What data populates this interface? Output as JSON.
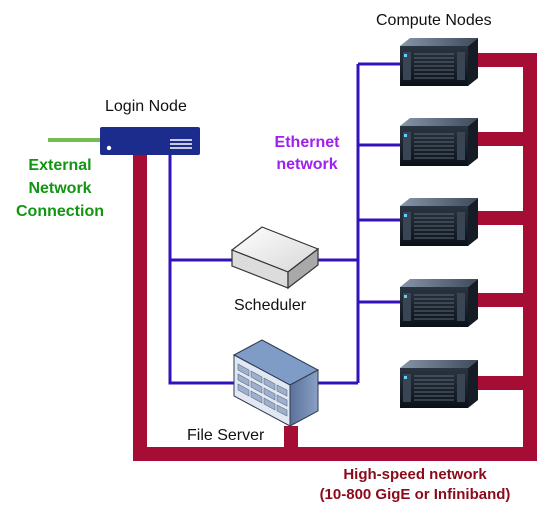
{
  "labels": {
    "compute_nodes": "Compute Nodes",
    "login_node": "Login Node",
    "scheduler": "Scheduler",
    "file_server": "File Server",
    "ethernet_line1": "Ethernet",
    "ethernet_line2": "network",
    "external_line1": "External",
    "external_line2": "Network",
    "external_line3": "Connection",
    "highspeed_line1": "High-speed network",
    "highspeed_line2": "(10-800 GigE or Infiniband)"
  },
  "colors": {
    "ethernet": "#3311bb",
    "highspeed": "#a50d35",
    "external": "#77bb55",
    "ethernet_text": "#a020f0",
    "external_text": "#129612",
    "highspeed_text": "#8b0a1a",
    "login_node_fill": "#1c2c8c"
  },
  "icons": {
    "login_node": "rack-switch-icon",
    "scheduler": "server-box-icon",
    "file_server": "storage-array-icon",
    "compute_node": "rack-server-icon"
  },
  "compute_node_count": 5
}
